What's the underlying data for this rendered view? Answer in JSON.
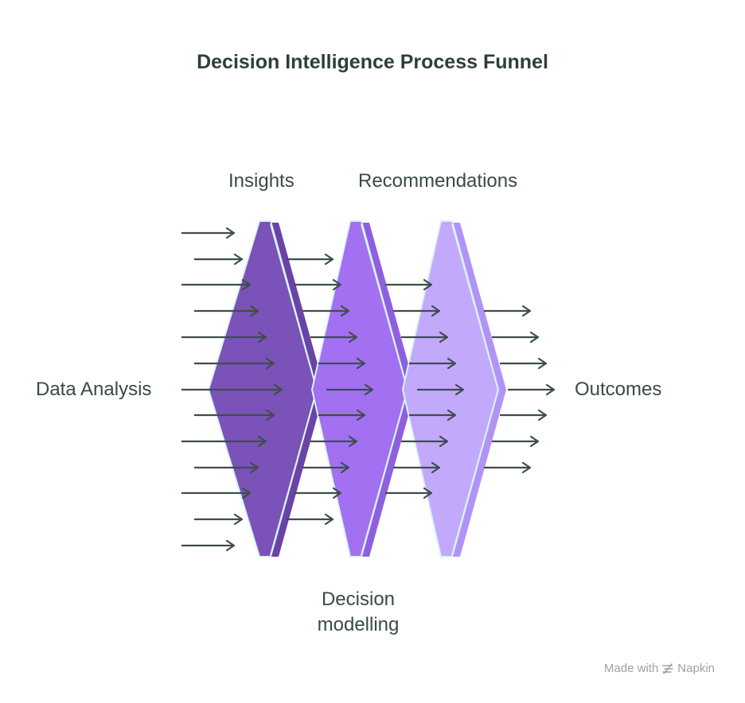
{
  "title": "Decision Intelligence Process Funnel",
  "labels": {
    "insights": "Insights",
    "recommendations": "Recommendations",
    "data_analysis": "Data Analysis",
    "outcomes": "Outcomes",
    "decision_modelling_line1": "Decision",
    "decision_modelling_line2": "modelling"
  },
  "footer": {
    "made_with": "Made with",
    "brand": "Napkin",
    "icon": "napkin-icon"
  },
  "colors": {
    "stage1": "#7b52b7",
    "stage1_edge": "#6a43a6",
    "stage2": "#a270f0",
    "stage2_edge": "#8f5fe0",
    "stage3": "#c3a9fb",
    "stage3_edge": "#b293f5",
    "arrow": "#3f4d49"
  }
}
